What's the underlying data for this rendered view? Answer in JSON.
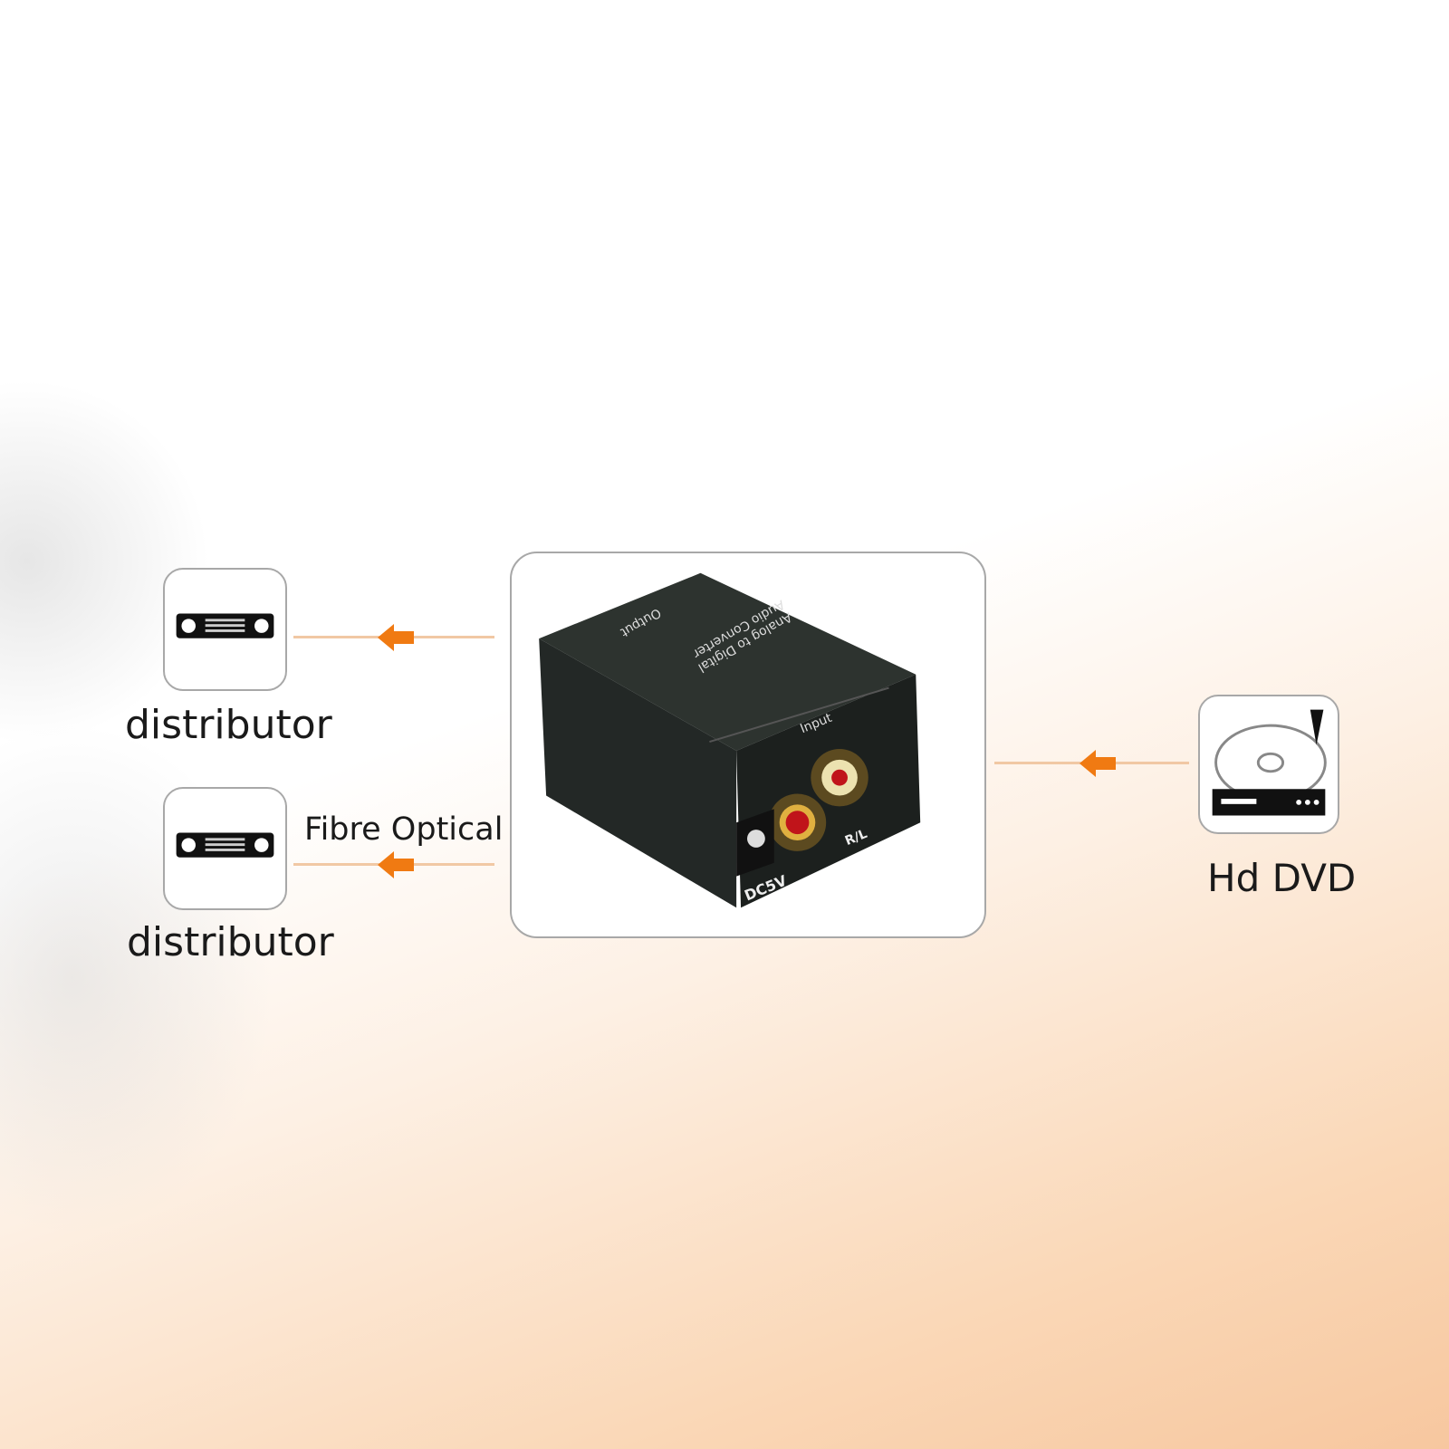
{
  "outputs": [
    {
      "label": "distributor"
    },
    {
      "label": "distributor"
    }
  ],
  "connection_label": "Fibre Optical",
  "source": {
    "label": "Hd DVD"
  },
  "device": {
    "top_output": "Output",
    "top_title_line1": "Analog to Digital",
    "top_title_line2": "Audio Converter",
    "front_input": "Input",
    "channel": "R/L",
    "power": "DC5V"
  },
  "colors": {
    "arrow": "#f07a12",
    "line": "#f1c8a4",
    "border": "#a8a8a8"
  }
}
